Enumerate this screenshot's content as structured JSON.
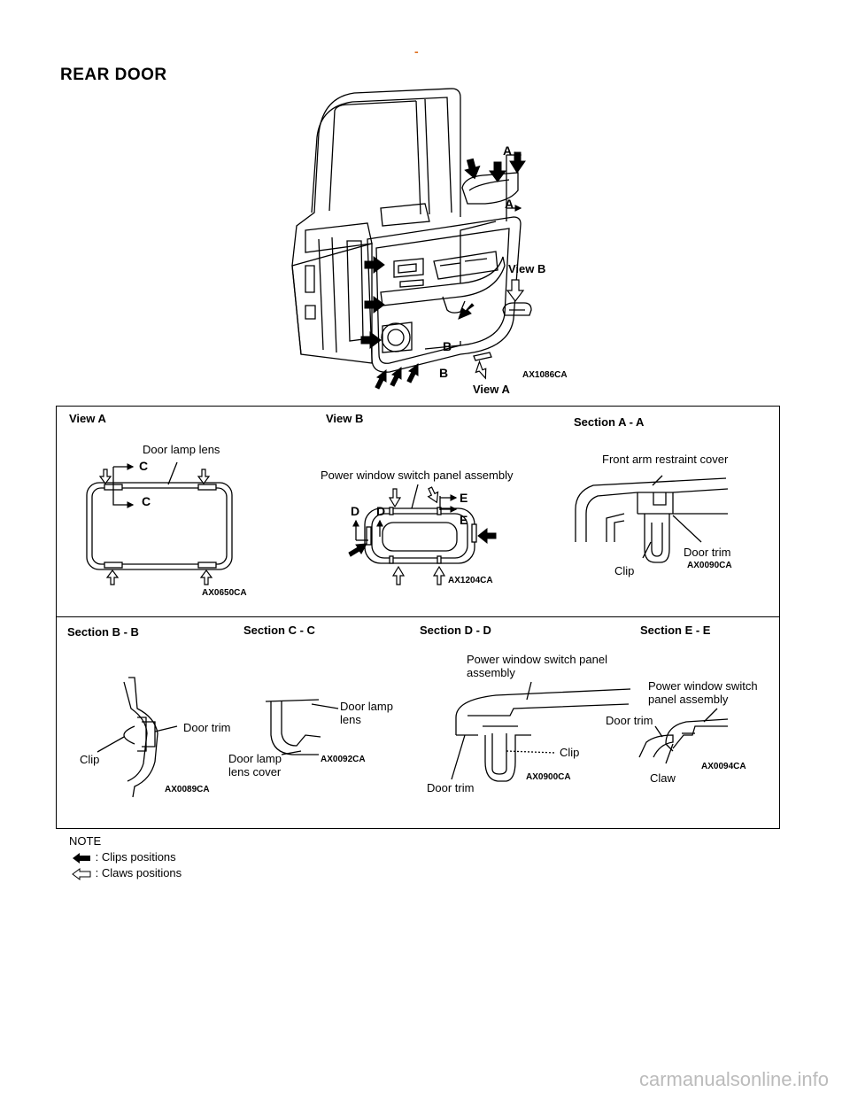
{
  "header": {
    "mark": "-",
    "title": "REAR  DOOR"
  },
  "main_figure": {
    "letters": {
      "a1": "A",
      "a2": "A",
      "b1": "B",
      "b2": "B"
    },
    "view_b": "View  B",
    "view_a": "View  A",
    "code": "AX1086CA"
  },
  "view_a_panel": {
    "heading": "View  A",
    "lens_label": "Door lamp lens",
    "c1": "C",
    "c2": "C",
    "code": "AX0650CA"
  },
  "view_b_panel": {
    "heading": "View  B",
    "label": "Power window switch panel assembly",
    "d1": "D",
    "d2": "D",
    "e1": "E",
    "e2": "E",
    "code": "AX1204CA"
  },
  "section_aa": {
    "heading": "Section  A  -  A",
    "cover_label": "Front arm restraint cover",
    "trim_label": "Door trim",
    "clip_label": "Clip",
    "code": "AX0090CA"
  },
  "section_bb": {
    "heading": "Section  B  -  B",
    "trim_label": "Door trim",
    "clip_label": "Clip",
    "code": "AX0089CA"
  },
  "section_cc": {
    "heading": "Section  C  -  C",
    "lens_label_1": "Door lamp",
    "lens_label_2": "lens",
    "cover_label_1": "Door lamp",
    "cover_label_2": "lens cover",
    "code": "AX0092CA"
  },
  "section_dd": {
    "heading": "Section  D  -  D",
    "panel_label_1": "Power window switch panel",
    "panel_label_2": "assembly",
    "clip_label": "Clip",
    "trim_label": "Door trim",
    "code": "AX0900CA"
  },
  "section_ee": {
    "heading": "Section  E  -  E",
    "panel_label_1": "Power window switch",
    "panel_label_2": "panel assembly",
    "trim_label": "Door trim",
    "claw_label": "Claw",
    "code": "AX0094CA"
  },
  "note": {
    "title": "NOTE",
    "clips": ": Clips positions",
    "claws": ": Claws positions"
  },
  "footer": {
    "watermark": "carmanualsonline.info"
  }
}
